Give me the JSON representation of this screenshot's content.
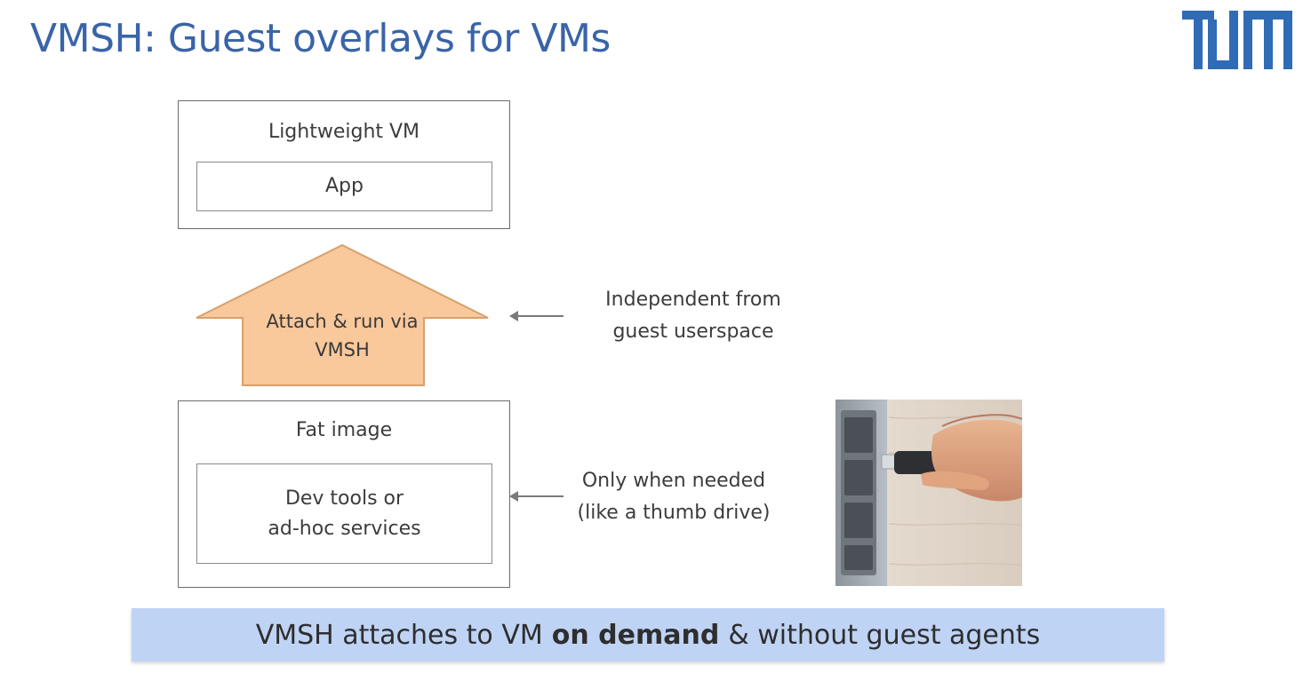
{
  "slide": {
    "title": "VMSH: Guest overlays for VMs",
    "logo_text": "TUM",
    "brand_color": "#3a64a8"
  },
  "diagram": {
    "top_box": {
      "label": "Lightweight VM",
      "inner": "App"
    },
    "arrow": {
      "line1": "Attach & run via",
      "line2": "VMSH",
      "fill": "#f9c89b"
    },
    "bottom_box": {
      "label": "Fat image",
      "inner_line1": "Dev tools or",
      "inner_line2": "ad-hoc services"
    },
    "notes": {
      "independent_line1": "Independent from",
      "independent_line2": "guest userspace",
      "on_demand_line1": "Only when needed",
      "on_demand_line2": "(like a thumb drive)"
    },
    "photo_icon": "usb-thumb-drive-photo"
  },
  "banner": {
    "prefix": "VMSH attaches to VM",
    "emphasis": "on demand",
    "suffix": "& without guest agents",
    "color": "#bfd3f5"
  }
}
